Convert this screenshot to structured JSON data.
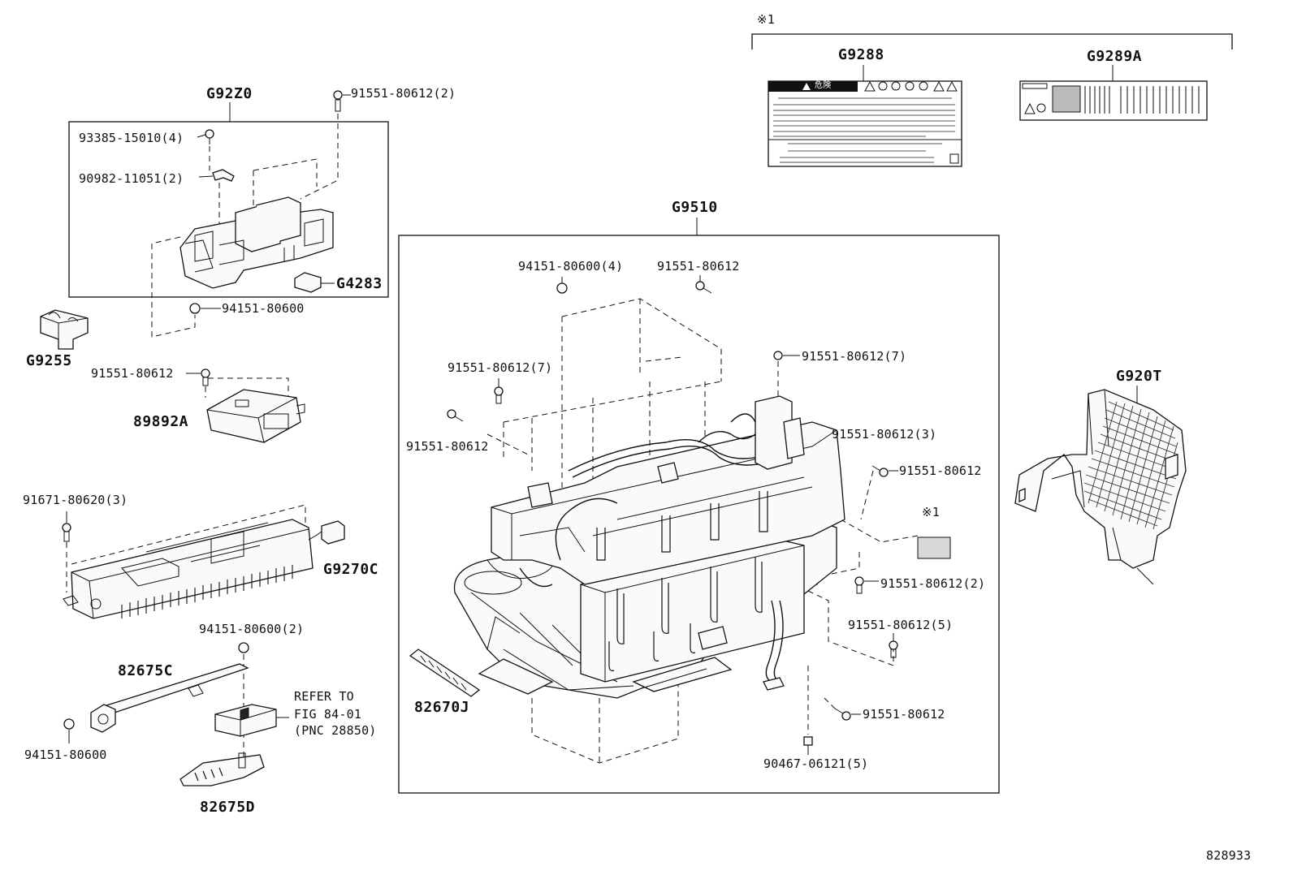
{
  "diagram": {
    "figure_number": "828933",
    "note_marker_top": "※1",
    "note_marker_label": "※1",
    "labels": {
      "g92z0": "G92Z0",
      "p91551_top": "91551-80612(2)",
      "p93385": "93385-15010(4)",
      "p90982": "90982-11051(2)",
      "g4283": "G4283",
      "p94151_mid": "94151-80600",
      "g9255": "G9255",
      "p91551_left": "91551-80612",
      "p89892a": "89892A",
      "p91671": "91671-80620(3)",
      "g9270c": "G9270C",
      "p94151_2": "94151-80600(2)",
      "p82675c": "82675C",
      "p94151_bottom": "94151-80600",
      "p82675d": "82675D",
      "p82670j": "82670J",
      "g9288": "G9288",
      "g9289a": "G9289A",
      "g9510": "G9510",
      "p94151_4": "94151-80600(4)",
      "p91551_a": "91551-80612",
      "p91551_7a": "91551-80612(7)",
      "p91551_7b": "91551-80612(7)",
      "p91551_b": "91551-80612",
      "p91551_3": "91551-80612(3)",
      "p91551_c": "91551-80612",
      "p91551_2": "91551-80612(2)",
      "p91551_5": "91551-80612(5)",
      "p91551_d": "91551-80612",
      "p90467": "90467-06121(5)",
      "g920t": "G920T"
    },
    "refer": {
      "line1": "REFER TO",
      "line2": "FIG 84-01",
      "line3": "(PNC 28850)"
    },
    "warning_label": {
      "header": "危険"
    }
  }
}
